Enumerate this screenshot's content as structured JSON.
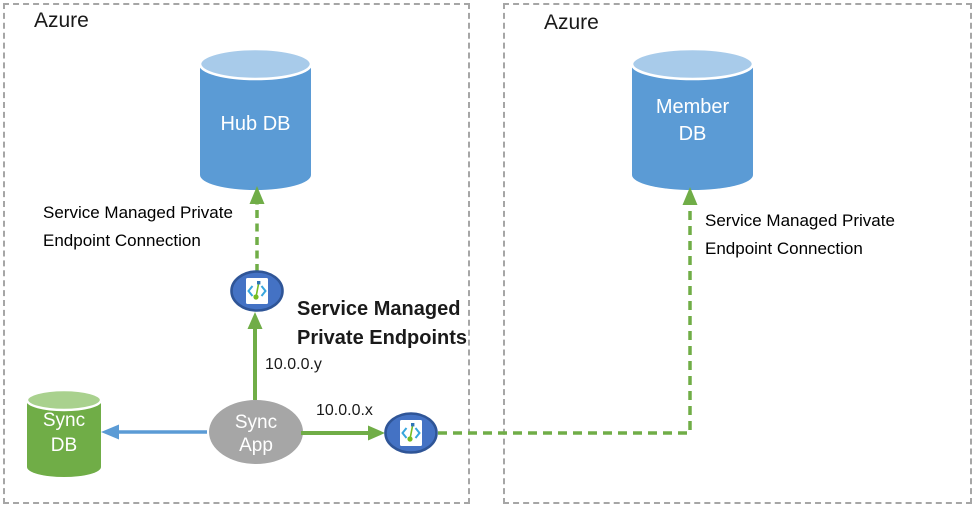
{
  "regions": {
    "left": {
      "label": "Azure"
    },
    "right": {
      "label": "Azure"
    }
  },
  "nodes": {
    "hub_db": {
      "label": "Hub DB"
    },
    "member_db": {
      "line1": "Member",
      "line2": "DB"
    },
    "sync_db": {
      "line1": "Sync",
      "line2": "DB"
    },
    "sync_app": {
      "line1": "Sync",
      "line2": "App"
    }
  },
  "labels": {
    "left_connection": {
      "line1": "Service Managed Private",
      "line2": "Endpoint Connection"
    },
    "right_connection": {
      "line1": "Service Managed Private",
      "line2": "Endpoint Connection"
    },
    "endpoints_title": {
      "line1": "Service Managed",
      "line2": "Private Endpoints"
    },
    "ip_y": "10.0.0.y",
    "ip_x": "10.0.0.x"
  },
  "icons": {
    "private_endpoint_upper": "private-endpoint-icon",
    "private_endpoint_lower": "private-endpoint-icon"
  },
  "colors": {
    "db_blue": "#5B9BD5",
    "db_blue_top": "#A8CBEA",
    "db_green": "#70AD47",
    "db_green_top": "#A9D18E",
    "app_gray": "#A6A6A6",
    "arrow_green": "#70AD47",
    "arrow_blue": "#5B9BD5",
    "endpoint_fill": "#4472C4",
    "endpoint_border": "#2F5597",
    "icon_bracket_blue": "#38A6DD",
    "icon_pin_green": "#76BC21",
    "region_border": "#A6A6A6",
    "text_black": "#1A1A1A"
  }
}
